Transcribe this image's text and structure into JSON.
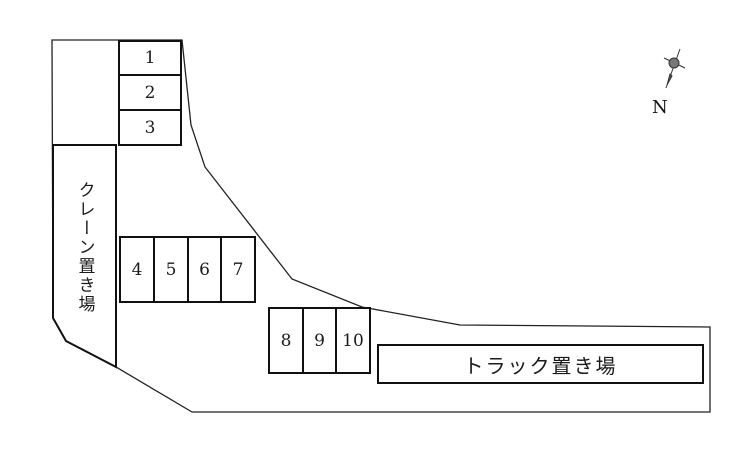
{
  "diagram": {
    "type": "parking-lot-site-plan",
    "spaces": [
      {
        "label": "1"
      },
      {
        "label": "2"
      },
      {
        "label": "3"
      },
      {
        "label": "4"
      },
      {
        "label": "5"
      },
      {
        "label": "6"
      },
      {
        "label": "7"
      },
      {
        "label": "8"
      },
      {
        "label": "9"
      },
      {
        "label": "10"
      }
    ],
    "areas": {
      "crane": {
        "label": "クレーン置き場"
      },
      "truck": {
        "label": "トラック置き場"
      }
    },
    "compass": {
      "label": "N",
      "icon": "north-arrow-icon"
    },
    "colors": {
      "line": "#111111",
      "background": "#ffffff"
    }
  }
}
